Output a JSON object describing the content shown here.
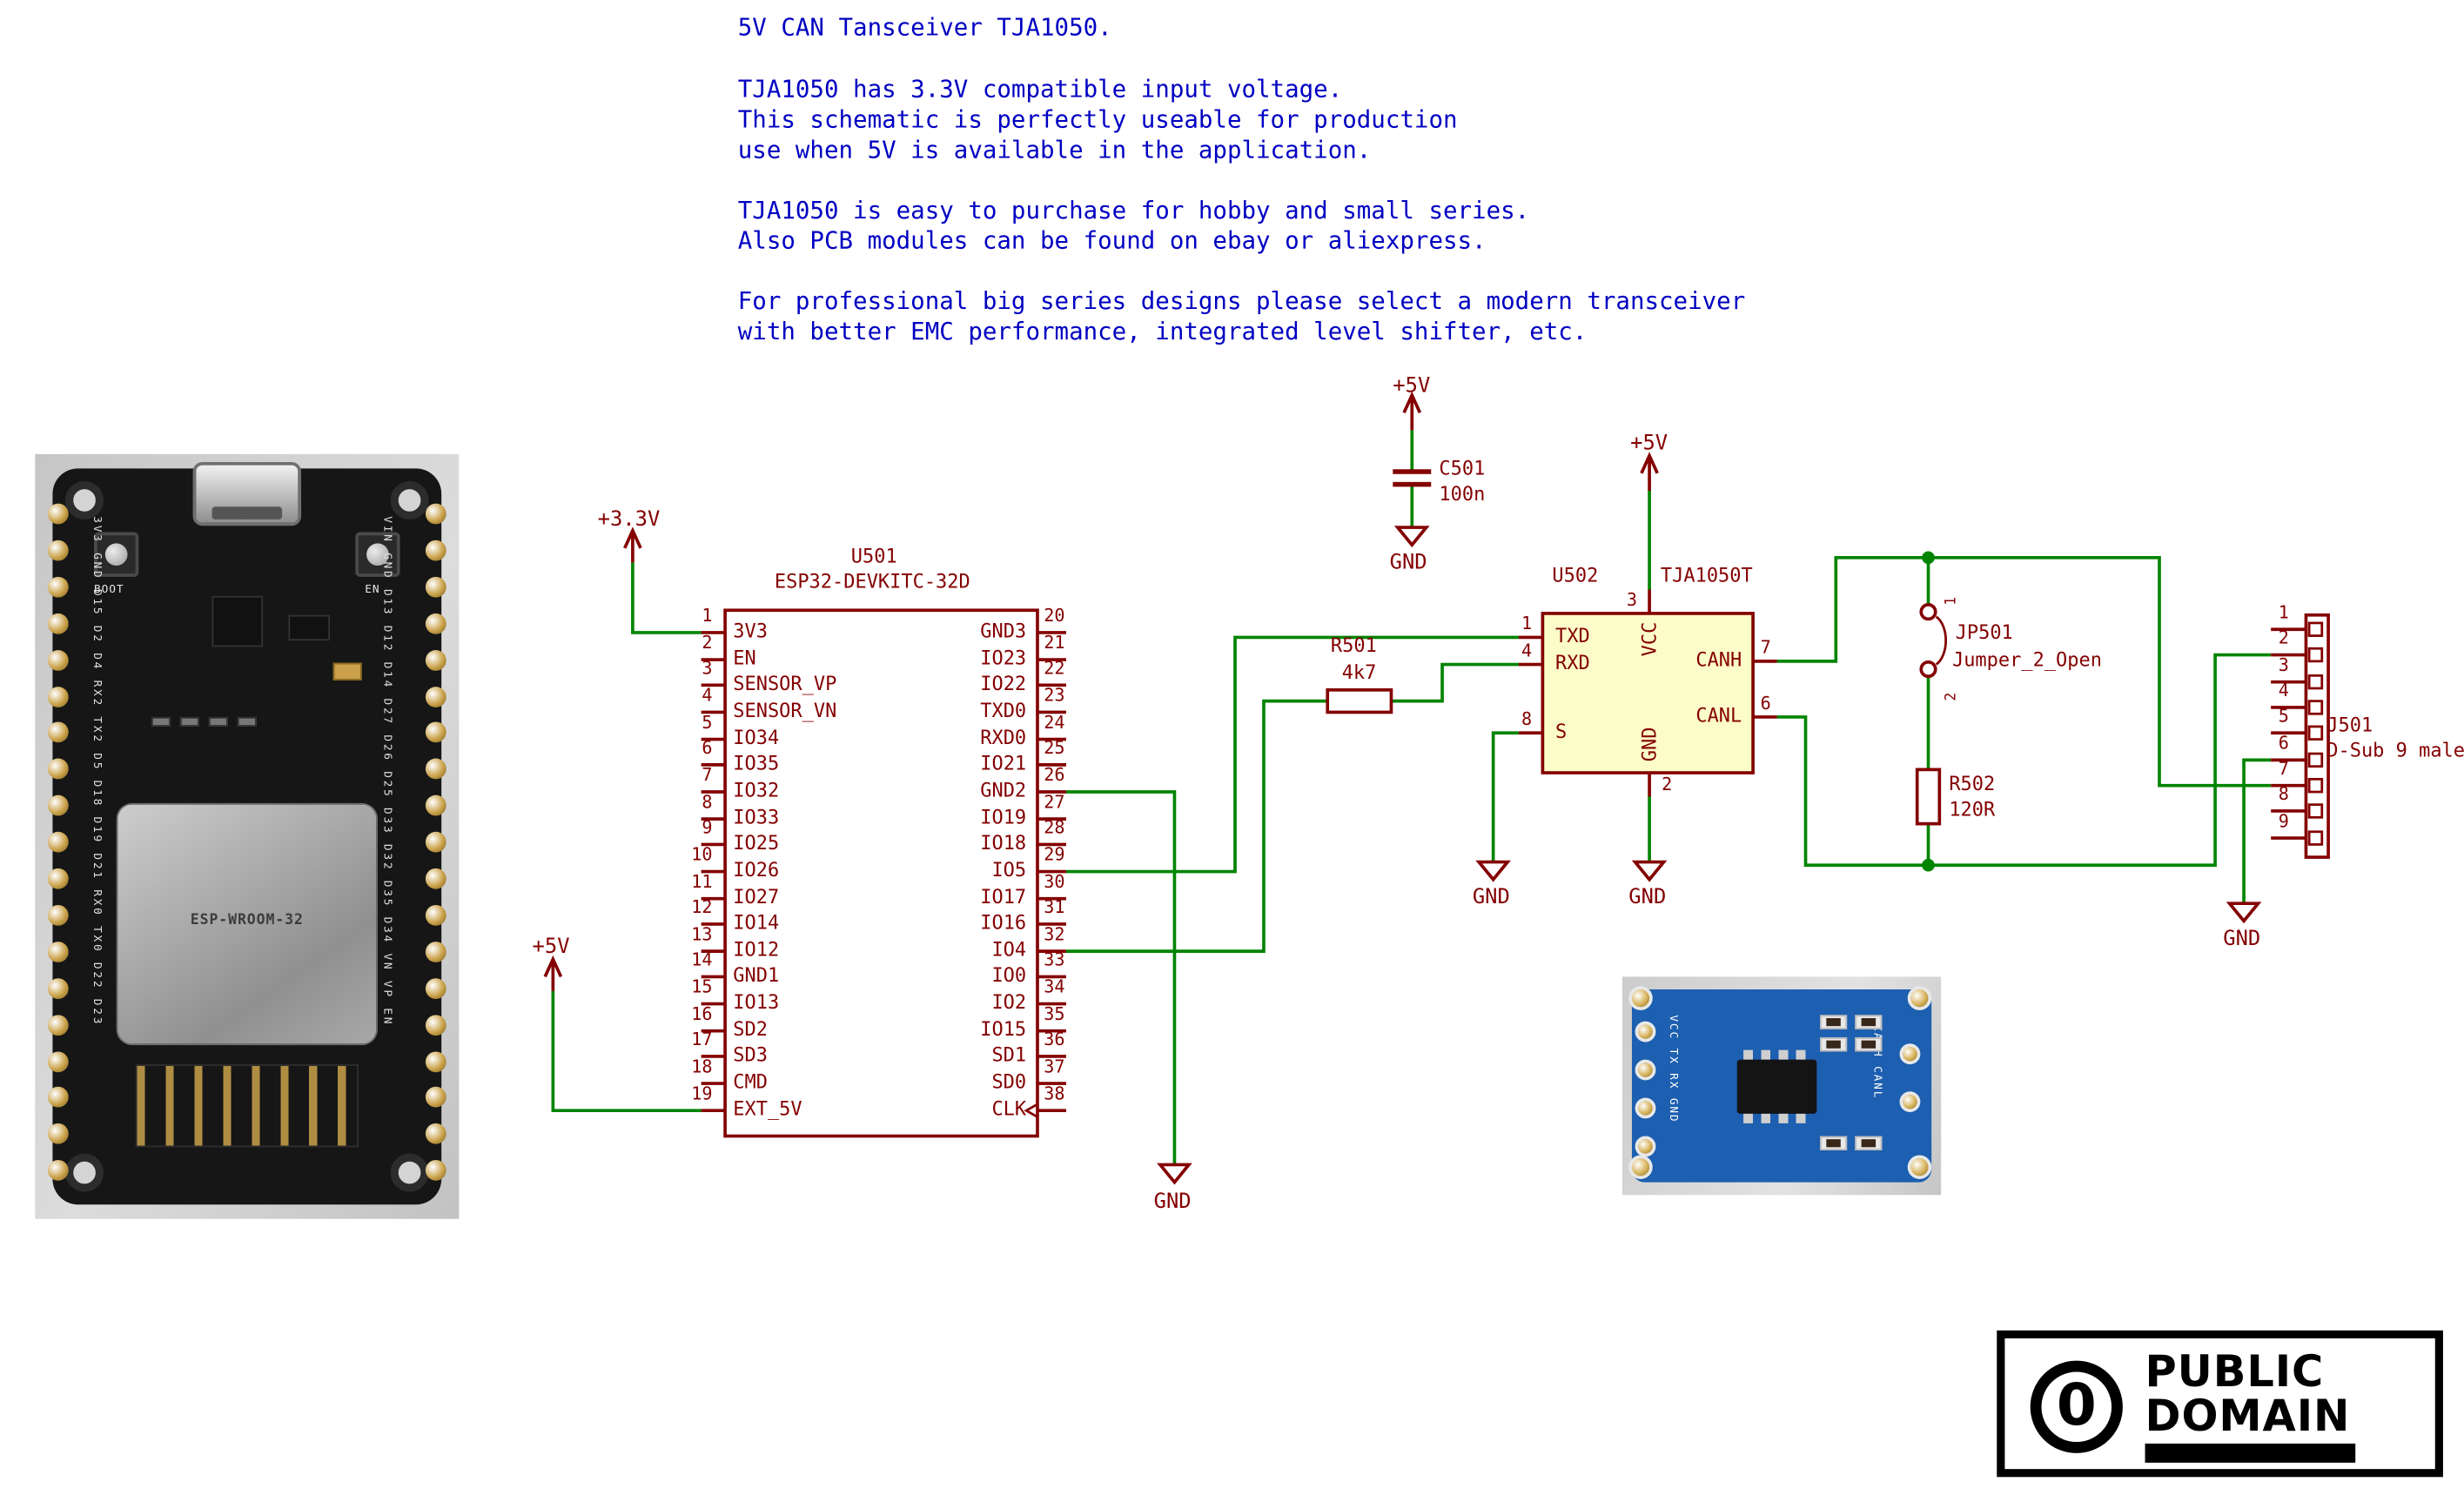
{
  "notes": {
    "lines": [
      "5V CAN Tansceiver TJA1050.",
      "TJA1050 has 3.3V compatible input voltage.",
      "This schematic is perfectly useable for production",
      "use when 5V is available in the application.",
      "TJA1050 is easy to purchase for hobby and small series.",
      "Also PCB modules can be found on ebay or aliexpress.",
      "For professional big series designs please select a modern transceiver",
      "with better EMC performance, integrated level shifter, etc."
    ]
  },
  "colors": {
    "wire_green": "#008400",
    "component_maroon": "#840000",
    "note_blue": "#0000c2",
    "u502_fill": "#fcfcc9",
    "can_board_blue": "#1d5fb0"
  },
  "power": {
    "p5v": "+5V",
    "p3v3": "+3.3V",
    "gnd": "GND"
  },
  "u501": {
    "ref": "U501",
    "value": "ESP32-DEVKITC-32D",
    "left_pins": [
      {
        "num": "1",
        "name": "3V3"
      },
      {
        "num": "2",
        "name": "EN"
      },
      {
        "num": "3",
        "name": "SENSOR_VP"
      },
      {
        "num": "4",
        "name": "SENSOR_VN"
      },
      {
        "num": "5",
        "name": "IO34"
      },
      {
        "num": "6",
        "name": "IO35"
      },
      {
        "num": "7",
        "name": "IO32"
      },
      {
        "num": "8",
        "name": "IO33"
      },
      {
        "num": "9",
        "name": "IO25"
      },
      {
        "num": "10",
        "name": "IO26"
      },
      {
        "num": "11",
        "name": "IO27"
      },
      {
        "num": "12",
        "name": "IO14"
      },
      {
        "num": "13",
        "name": "IO12"
      },
      {
        "num": "14",
        "name": "GND1"
      },
      {
        "num": "15",
        "name": "IO13"
      },
      {
        "num": "16",
        "name": "SD2"
      },
      {
        "num": "17",
        "name": "SD3"
      },
      {
        "num": "18",
        "name": "CMD"
      },
      {
        "num": "19",
        "name": "EXT_5V"
      }
    ],
    "right_pins": [
      {
        "num": "20",
        "name": "GND3"
      },
      {
        "num": "21",
        "name": "IO23"
      },
      {
        "num": "22",
        "name": "IO22"
      },
      {
        "num": "23",
        "name": "TXD0"
      },
      {
        "num": "24",
        "name": "RXD0"
      },
      {
        "num": "25",
        "name": "IO21"
      },
      {
        "num": "26",
        "name": "GND2"
      },
      {
        "num": "27",
        "name": "IO19"
      },
      {
        "num": "28",
        "name": "IO18"
      },
      {
        "num": "29",
        "name": "IO5"
      },
      {
        "num": "30",
        "name": "IO17"
      },
      {
        "num": "31",
        "name": "IO16"
      },
      {
        "num": "32",
        "name": "IO4"
      },
      {
        "num": "33",
        "name": "IO0"
      },
      {
        "num": "34",
        "name": "IO2"
      },
      {
        "num": "35",
        "name": "IO15"
      },
      {
        "num": "36",
        "name": "SD1"
      },
      {
        "num": "37",
        "name": "SD0"
      },
      {
        "num": "38",
        "name": "CLK",
        "clock": true
      }
    ]
  },
  "u502": {
    "ref": "U502",
    "value": "TJA1050T",
    "pins": {
      "txd": {
        "num": "1",
        "name": "TXD"
      },
      "rxd": {
        "num": "4",
        "name": "RXD"
      },
      "s": {
        "num": "8",
        "name": "S"
      },
      "vcc": {
        "num": "3",
        "name": "VCC"
      },
      "gnd": {
        "num": "2",
        "name": "GND"
      },
      "canh": {
        "num": "7",
        "name": "CANH"
      },
      "canl": {
        "num": "6",
        "name": "CANL"
      }
    }
  },
  "c501": {
    "ref": "C501",
    "value": "100n"
  },
  "r501": {
    "ref": "R501",
    "value": "4k7"
  },
  "r502": {
    "ref": "R502",
    "value": "120R"
  },
  "jp501": {
    "ref": "JP501",
    "value": "Jumper_2_Open",
    "pin1": "1",
    "pin2": "2"
  },
  "j501": {
    "ref": "J501",
    "value": "D-Sub 9 male",
    "pins": [
      "1",
      "2",
      "3",
      "4",
      "5",
      "6",
      "7",
      "8",
      "9"
    ]
  },
  "esp32_board": {
    "label_boot": "BOOT",
    "label_en": "EN",
    "module_text": "ESP-WROOM-32",
    "left_labels": "3V3 GND D15 D2 D4 RX2 TX2 D5 D18 D19 D21 RX0 TX0 D22 D23",
    "right_labels": "VIN GND D13 D12 D14 D27 D26 D25 D33 D32 D35 D34 VN VP EN"
  },
  "can_module": {
    "left_labels": "VCC TX RX GND",
    "right_labels": "CANH CANL"
  },
  "pd_logo": {
    "mark": "0",
    "line1": "PUBLIC",
    "line2": "DOMAIN"
  }
}
